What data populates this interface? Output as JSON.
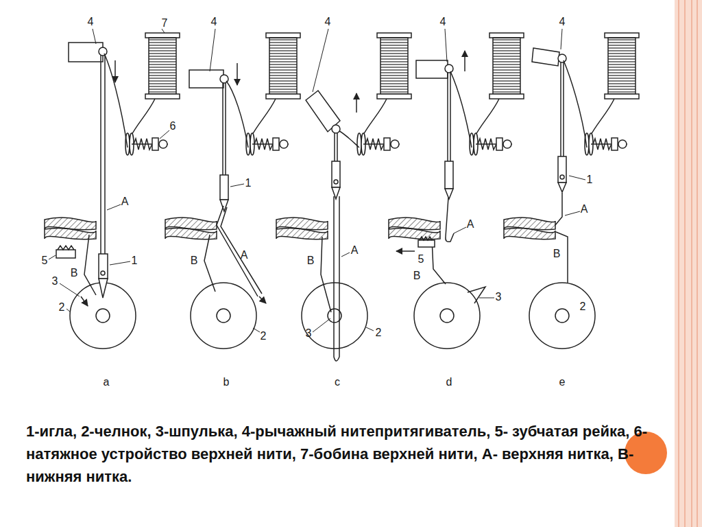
{
  "diagram": {
    "caption": "1-игла, 2-челнок, 3-шпулька, 4-рычажный нитепритягиватель, 5- зубчатая рейка, 6-натяжное устройство верхней нити, 7-бобина верхней нити, А- верхняя нитка, В- нижняя нитка.",
    "labels": [
      "4",
      "7",
      "6",
      "A",
      "5",
      "1",
      "B",
      "3",
      "2",
      "a",
      "4",
      "1",
      "B",
      "A",
      "2",
      "b",
      "4",
      "A",
      "B",
      "3",
      "2",
      "c",
      "4",
      "A",
      "5",
      "B",
      "3",
      "d",
      "4",
      "1",
      "A",
      "B",
      "2",
      "e"
    ]
  }
}
